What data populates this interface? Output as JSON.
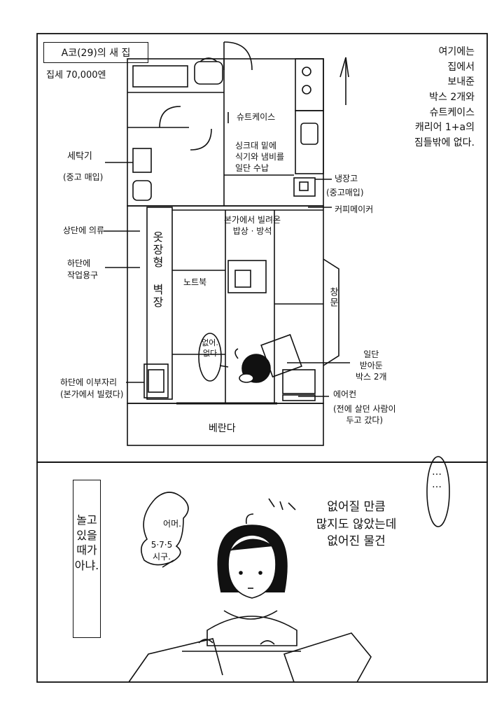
{
  "panel1": {
    "title": "A코(29)의 새 집",
    "rent": "집세 70,000엔",
    "narration": "여기에는\n집에서\n보내준\n박스 2개와\n슈트케이스\n캐리어 1+a의\n짐들밖에 없다.",
    "labels": {
      "suitcase": "슈트케이스",
      "sink_storage": "싱크대 밑에\n식기와 냄비를\n일단 수납",
      "washer": "세탁기",
      "washer_note": "(중고 매입)",
      "fridge": "냉장고",
      "fridge_note": "(중고매입)",
      "coffee": "커피메이커",
      "top_clothes": "상단에 의류",
      "bottom_tools": "하단에\n작업용구",
      "wardrobe": "옷장형 벽장",
      "borrowed_table": "본가에서 빌려온\n밥상 · 방석",
      "notebook": "노트북",
      "window": "창문",
      "bedding": "하단에 이부자리\n(본가에서 빌렸다)",
      "boxes": "일단\n받아둔\n박스 2개",
      "aircon": "에어컨",
      "aircon_note": "(전에 살던 사람이\n두고 갔다)",
      "balcony": "베란다",
      "speech": "없어.\n없다"
    }
  },
  "panel2": {
    "side_box": "놀고\n있을\n때가\n아냐.",
    "bubble_1": "어머.",
    "bubble_2": "5·7·5\n시구.",
    "caption": "없어질 만큼\n많지도 않았는데\n없어진 물건",
    "ellipsis": "……"
  }
}
